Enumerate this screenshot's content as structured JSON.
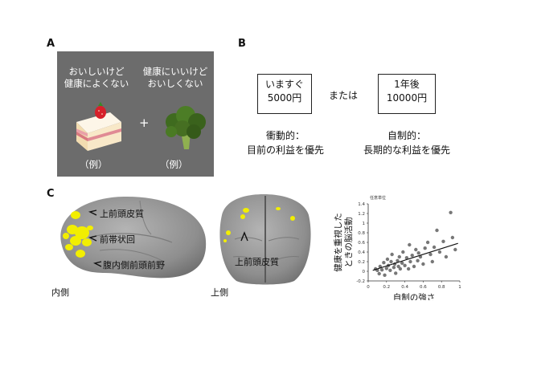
{
  "panel_a": {
    "label": "A",
    "left_caption": [
      "おいしいけど",
      "健康によくない"
    ],
    "right_caption": [
      "健康にいいけど",
      "おいしくない"
    ],
    "plus": "+",
    "example_left": "（例）",
    "example_right": "（例）"
  },
  "panel_b": {
    "label": "B",
    "option_left": [
      "いますぐ",
      "5000円"
    ],
    "or_text": "または",
    "option_right": [
      "1年後",
      "10000円"
    ],
    "left_type": "衝動的：",
    "left_desc": "目前の利益を優先",
    "right_type": "自制的：",
    "right_desc": "長期的な利益を優先"
  },
  "panel_c": {
    "label": "C",
    "medial_labels": [
      "上前頭皮質",
      "前帯状回",
      "腹内側前頭前野"
    ],
    "medial_view": "内側",
    "top_label": "上前頭皮質",
    "top_view": "上側",
    "colors": {
      "activation": "#f2ee00",
      "brain": "#9a9a9a",
      "points": "#777777"
    }
  },
  "chart_data": {
    "type": "scatter",
    "annotation": "任意単位",
    "xlabel": "自制の強さ",
    "ylabel": [
      "健康を重視した",
      "ときの脳活動"
    ],
    "xlim": [
      0,
      1
    ],
    "ylim": [
      -0.2,
      1.4
    ],
    "xticks": [
      "0",
      "0.2",
      "0.4",
      "0.6",
      "0.8",
      "1"
    ],
    "yticks": [
      "-0.2",
      "0",
      "0.2",
      "0.4",
      "0.6",
      "0.8",
      "1",
      "1.2",
      "1.4"
    ],
    "points": [
      [
        0.08,
        0.05
      ],
      [
        0.1,
        0.02
      ],
      [
        0.12,
        -0.05
      ],
      [
        0.13,
        0.1
      ],
      [
        0.15,
        0.03
      ],
      [
        0.17,
        0.18
      ],
      [
        0.18,
        -0.08
      ],
      [
        0.2,
        0.06
      ],
      [
        0.21,
        0.25
      ],
      [
        0.22,
        0.12
      ],
      [
        0.24,
        0.02
      ],
      [
        0.25,
        0.2
      ],
      [
        0.26,
        0.35
      ],
      [
        0.28,
        0.08
      ],
      [
        0.29,
        0.15
      ],
      [
        0.3,
        -0.04
      ],
      [
        0.32,
        0.22
      ],
      [
        0.33,
        0.1
      ],
      [
        0.34,
        0.3
      ],
      [
        0.35,
        0.05
      ],
      [
        0.37,
        0.17
      ],
      [
        0.38,
        0.4
      ],
      [
        0.4,
        0.12
      ],
      [
        0.42,
        0.28
      ],
      [
        0.44,
        0.05
      ],
      [
        0.45,
        0.55
      ],
      [
        0.46,
        0.2
      ],
      [
        0.48,
        0.33
      ],
      [
        0.5,
        0.1
      ],
      [
        0.52,
        0.45
      ],
      [
        0.54,
        0.22
      ],
      [
        0.55,
        0.38
      ],
      [
        0.57,
        0.3
      ],
      [
        0.6,
        0.15
      ],
      [
        0.62,
        0.48
      ],
      [
        0.65,
        0.6
      ],
      [
        0.68,
        0.35
      ],
      [
        0.7,
        0.2
      ],
      [
        0.72,
        0.5
      ],
      [
        0.75,
        0.85
      ],
      [
        0.78,
        0.4
      ],
      [
        0.82,
        0.62
      ],
      [
        0.85,
        0.3
      ],
      [
        0.9,
        1.22
      ],
      [
        0.92,
        0.7
      ],
      [
        0.95,
        0.45
      ]
    ],
    "fit_line": [
      [
        0.05,
        0.02
      ],
      [
        0.98,
        0.58
      ]
    ]
  }
}
